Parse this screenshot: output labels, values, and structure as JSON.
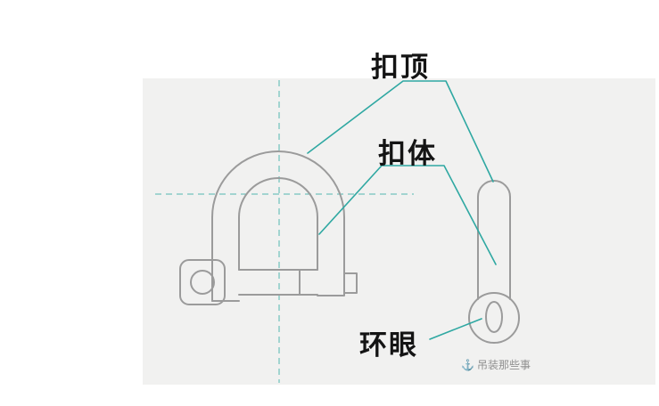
{
  "diagram": {
    "type": "technical-illustration",
    "subject": "shackle parts diagram (bow shackle front view and pin side view)",
    "labels": {
      "bow_top": "扣顶",
      "body": "扣体",
      "eye": "环眼"
    },
    "watermark": {
      "logo_glyph": "⚓",
      "text": "吊装那些事"
    },
    "colors": {
      "leader_line": "#2fa8a2",
      "centerline": "#43b0aa",
      "outline": "#9b9b9b",
      "panel_background": "#f1f1f0",
      "label_text": "#141414",
      "watermark_text": "#8f8f8f"
    }
  }
}
